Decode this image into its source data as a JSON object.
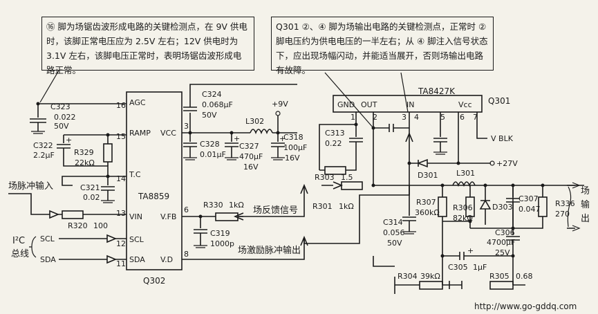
{
  "notes": {
    "left": "⑯ 脚为场锯齿波形成电路的关键检测点，在 9V 供电时，该脚正常电压应为 2.5V 左右；12V 供电时为 3.1V 左右，该脚电压正常时，表明场锯齿波形成电路正常。",
    "right": "Q301 ②、④ 脚为场输出电路的关键检测点，正常时 ② 脚电压约为供电电压的一半左右；从 ④ 脚注入信号状态下，应出现场幅闪动，并能适当展开，否则场输出电路有故障。"
  },
  "q302": {
    "ref": "Q302",
    "name": "TA8859",
    "pins_left": [
      "AGC",
      "RAMP",
      "T.C",
      "VIN",
      "SCL",
      "SDA"
    ],
    "pins_left_nums": [
      "16",
      "15",
      "14",
      "13",
      "12",
      "11"
    ],
    "pins_right": [
      "VCC",
      "V.FB",
      "V.D"
    ],
    "pins_right_nums": [
      "3",
      "6",
      "8"
    ]
  },
  "q301": {
    "ref": "Q301",
    "name": "TA8427K",
    "pins": [
      "GND",
      "OUT",
      "IN",
      "Vcc"
    ],
    "pin_nums": [
      "1",
      "2",
      "3",
      "4",
      "5",
      "6",
      "7"
    ],
    "vblk": "V BLK"
  },
  "components": {
    "c323": [
      "C323",
      "0.022",
      "50V"
    ],
    "c322": [
      "C322",
      "2.2μF"
    ],
    "r329": [
      "R329",
      "22kΩ"
    ],
    "c321": [
      "C321",
      "0.02"
    ],
    "r320": [
      "R320",
      "100"
    ],
    "c324": [
      "C324",
      "0.068μF",
      "50V"
    ],
    "c328": [
      "C328",
      "0.01μF"
    ],
    "l302": "L302",
    "c327": [
      "C327",
      "470μF",
      "16V"
    ],
    "c318": [
      "C318",
      "100μF",
      "16V"
    ],
    "v9": "+9V",
    "c313": [
      "C313",
      "0.22"
    ],
    "r303": [
      "R303",
      "1.5"
    ],
    "d301": "D301",
    "v27": "+27V",
    "l301": "L301",
    "r330": [
      "R330",
      "1kΩ"
    ],
    "c319": [
      "C319",
      "1000p"
    ],
    "r301": [
      "R301",
      "1kΩ"
    ],
    "c314": [
      "C314",
      "0.056",
      "50V"
    ],
    "r307": [
      "R307",
      "360kΩ"
    ],
    "r306": [
      "R306",
      "82kΩ"
    ],
    "d303": "D303",
    "c307": [
      "C307",
      "0.047"
    ],
    "r336": [
      "R336",
      "270"
    ],
    "c306": [
      "C306",
      "4700μF",
      "25V"
    ],
    "c305": [
      "C305",
      "1μF"
    ],
    "r304": [
      "R304",
      "39kΩ"
    ],
    "r305": [
      "R305",
      "0.68"
    ]
  },
  "labels": {
    "pulse_in": "场脉冲输入",
    "feedback": "场反馈信号",
    "drive_out": "场激励脉冲输出",
    "i2c_bus": [
      "I²C",
      "总线"
    ],
    "scl": "SCL",
    "sda": "SDA",
    "field_out": [
      "场",
      "输",
      "出"
    ],
    "url": "http://www.go-gddq.com"
  }
}
